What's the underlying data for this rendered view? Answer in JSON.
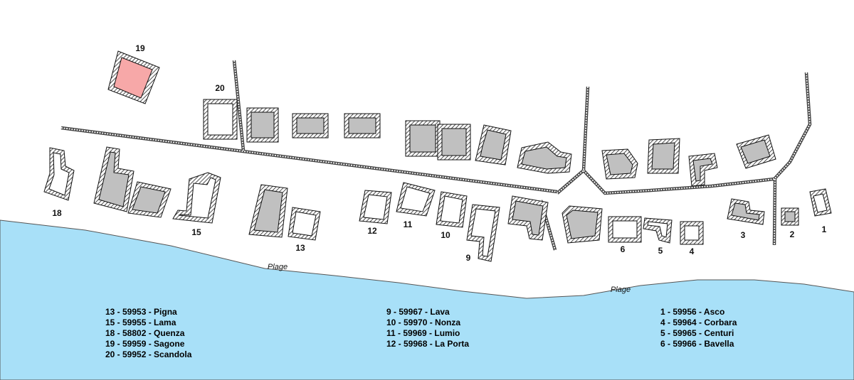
{
  "colors": {
    "sea": "#a8e0f8",
    "building_fill": "#c0c0c0",
    "highlight_fill": "#f7a8a8",
    "background": "#ffffff"
  },
  "beach_labels": [
    "Plage",
    "Plage"
  ],
  "lot_numbers": {
    "n1": "1",
    "n2": "2",
    "n3": "3",
    "n4": "4",
    "n5": "5",
    "n6": "6",
    "n9": "9",
    "n10": "10",
    "n11": "11",
    "n12": "12",
    "n13": "13",
    "n15": "15",
    "n18": "18",
    "n19": "19",
    "n20": "20"
  },
  "highlighted_lot": "19",
  "legend": {
    "col1": [
      "13 - 59953 - Pigna",
      "15 - 59955 - Lama",
      "18 - 58802 - Quenza",
      "19 - 59959 - Sagone",
      "20 - 59952 - Scandola"
    ],
    "col2": [
      "9 - 59967 - Lava",
      "10 - 59970 - Nonza",
      "11 - 59969 - Lumio",
      "12 - 59968 - La Porta"
    ],
    "col3": [
      "1 - 59956 - Asco",
      "4 - 59964 - Corbara",
      "5 - 59965 - Centuri",
      "6 - 59966 - Bavella"
    ]
  }
}
